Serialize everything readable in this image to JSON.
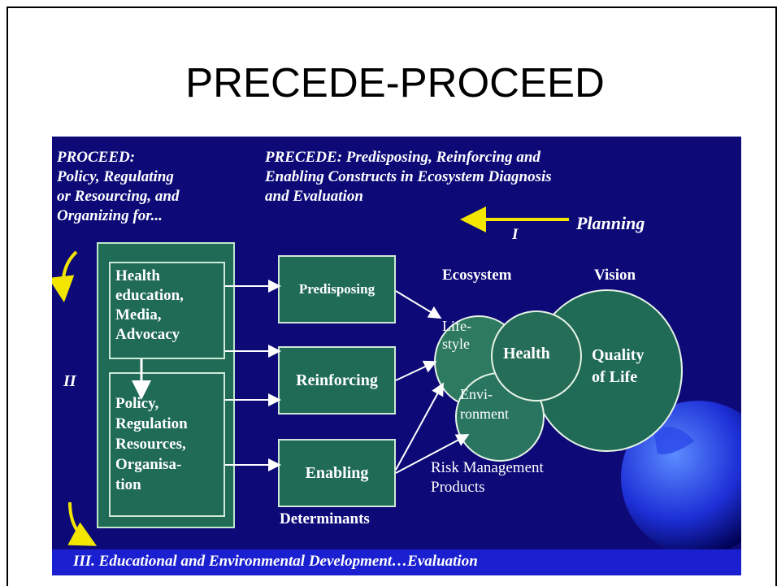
{
  "slide": {
    "title": "PRECEDE-PROCEED"
  },
  "diagram": {
    "proceed_header": [
      "PROCEED:",
      "Policy, Regulating",
      "or Resourcing, and",
      "Organizing for..."
    ],
    "precede_header": [
      "PRECEDE: Predisposing, Reinforcing and",
      "Enabling Constructs in Ecosystem Diagnosis",
      "and Evaluation"
    ],
    "planning_label": "Planning",
    "phase_one": "I",
    "phase_two": "II",
    "box_health_education": [
      "Health",
      "education,",
      "Media,",
      "Advocacy"
    ],
    "box_policy": [
      "Policy,",
      "Regulation",
      "Resources,",
      "Organisa-",
      "tion"
    ],
    "predisposing": "Predisposing",
    "reinforcing": "Reinforcing",
    "enabling": "Enabling",
    "determinants": "Determinants",
    "ecosystem": "Ecosystem",
    "vision": "Vision",
    "lifestyle": [
      "Life-",
      "style"
    ],
    "health": "Health",
    "quality_of_life": [
      "Quality",
      "of Life"
    ],
    "environment": [
      "Envi-",
      "ronment"
    ],
    "risk_management": [
      "Risk Management",
      "Products"
    ],
    "bottom_banner": "III. Educational and Environmental Development…Evaluation"
  },
  "colors": {
    "panel_background": "#0d0a78",
    "box_green": "#1f6b55",
    "arrow_yellow": "#f2e600",
    "banner_blue": "#1a1fd0"
  }
}
